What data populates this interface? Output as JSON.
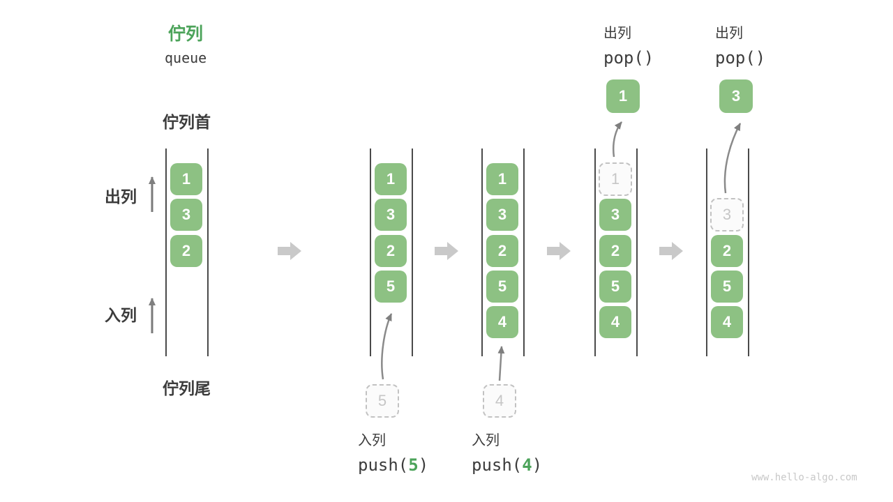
{
  "title": {
    "zh": "佇列",
    "en": "queue"
  },
  "side_labels": {
    "front": "佇列首",
    "rear": "佇列尾",
    "dequeue": "出列",
    "enqueue": "入列"
  },
  "queue_states": [
    {
      "cells": [
        "1",
        "3",
        "2"
      ]
    },
    {
      "cells": [
        "1",
        "3",
        "2",
        "5"
      ]
    },
    {
      "cells": [
        "1",
        "3",
        "2",
        "5",
        "4"
      ]
    },
    {
      "ghost": "1",
      "cells": [
        "3",
        "2",
        "5",
        "4"
      ],
      "popped": "1"
    },
    {
      "ghost": "3",
      "cells": [
        "2",
        "5",
        "4"
      ],
      "popped": "3"
    }
  ],
  "operations": {
    "push": [
      {
        "label": "入列",
        "fn_open": "push(",
        "arg": "5",
        "fn_close": ")",
        "staged": "5"
      },
      {
        "label": "入列",
        "fn_open": "push(",
        "arg": "4",
        "fn_close": ")",
        "staged": "4"
      }
    ],
    "pop": [
      {
        "label": "出列",
        "fn": "pop()"
      },
      {
        "label": "出列",
        "fn": "pop()"
      }
    ]
  },
  "watermark": "www.hello-algo.com",
  "colors": {
    "cell_green": "#8DC183",
    "accent_green": "#4CA35A",
    "text_dark": "#3C3C3C",
    "flow_arrow_gray": "#C9C9C9",
    "thin_arrow_gray": "#8A8A8A",
    "ghost_gray": "#C6C6C6"
  }
}
